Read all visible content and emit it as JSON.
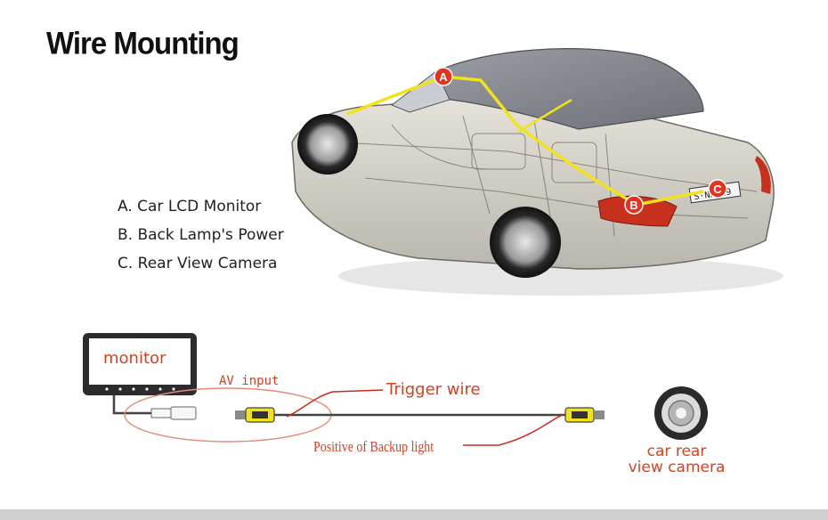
{
  "title": "Wire Mounting",
  "legend": [
    "A. Car LCD Monitor",
    "B. Back Lamp's Power",
    "C. Rear View Camera"
  ],
  "car_markers": [
    "A",
    "B",
    "C"
  ],
  "car_plate": "S·NK 29",
  "wiring": {
    "monitor_label": "monitor",
    "av_input_label": "AV input",
    "trigger_wire_label": "Trigger wire",
    "positive_label": "Positive of Backup light",
    "camera_label_line1": "car rear",
    "camera_label_line2": "view camera"
  },
  "colors": {
    "marker_red": "#e8321f",
    "wire_yellow": "#f2e21a",
    "label_orange": "#d8411f",
    "trigger_red": "#cc2a1a"
  }
}
